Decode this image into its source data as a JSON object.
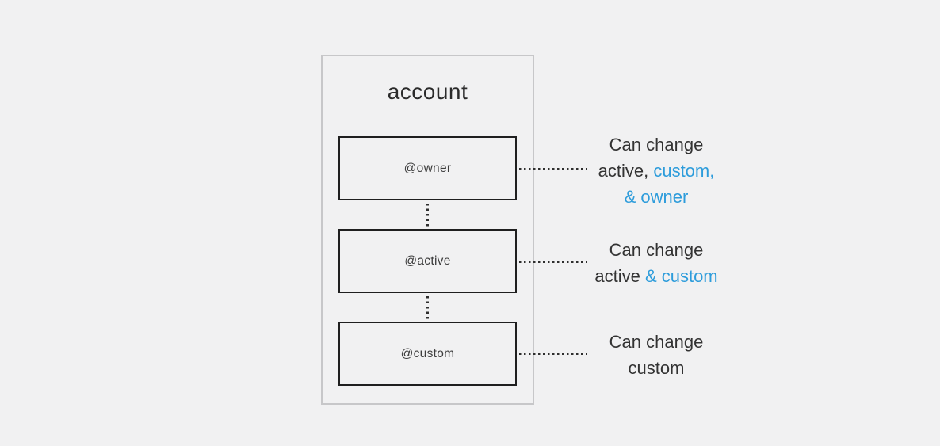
{
  "colors": {
    "background": "#f1f1f2",
    "group_border": "#c7c7c9",
    "role_box_border": "#1f1f1f",
    "text_dark": "#333333",
    "accent_blue": "#2d9cdb"
  },
  "account_group": {
    "title": "account"
  },
  "roles": [
    {
      "label": "@owner"
    },
    {
      "label": "@active"
    },
    {
      "label": "@custom"
    }
  ],
  "annotations": [
    {
      "target": "@owner",
      "lines": [
        [
          {
            "text": "Can change",
            "style": "dark"
          }
        ],
        [
          {
            "text": "active, ",
            "style": "dark"
          },
          {
            "text": "custom,",
            "style": "blue"
          }
        ],
        [
          {
            "text": "& owner",
            "style": "blue"
          }
        ]
      ]
    },
    {
      "target": "@active",
      "lines": [
        [
          {
            "text": "Can change",
            "style": "dark"
          }
        ],
        [
          {
            "text": "active ",
            "style": "dark"
          },
          {
            "text": "& custom",
            "style": "blue"
          }
        ]
      ]
    },
    {
      "target": "@custom",
      "lines": [
        [
          {
            "text": "Can change",
            "style": "dark"
          }
        ],
        [
          {
            "text": "custom",
            "style": "dark"
          }
        ]
      ]
    }
  ]
}
